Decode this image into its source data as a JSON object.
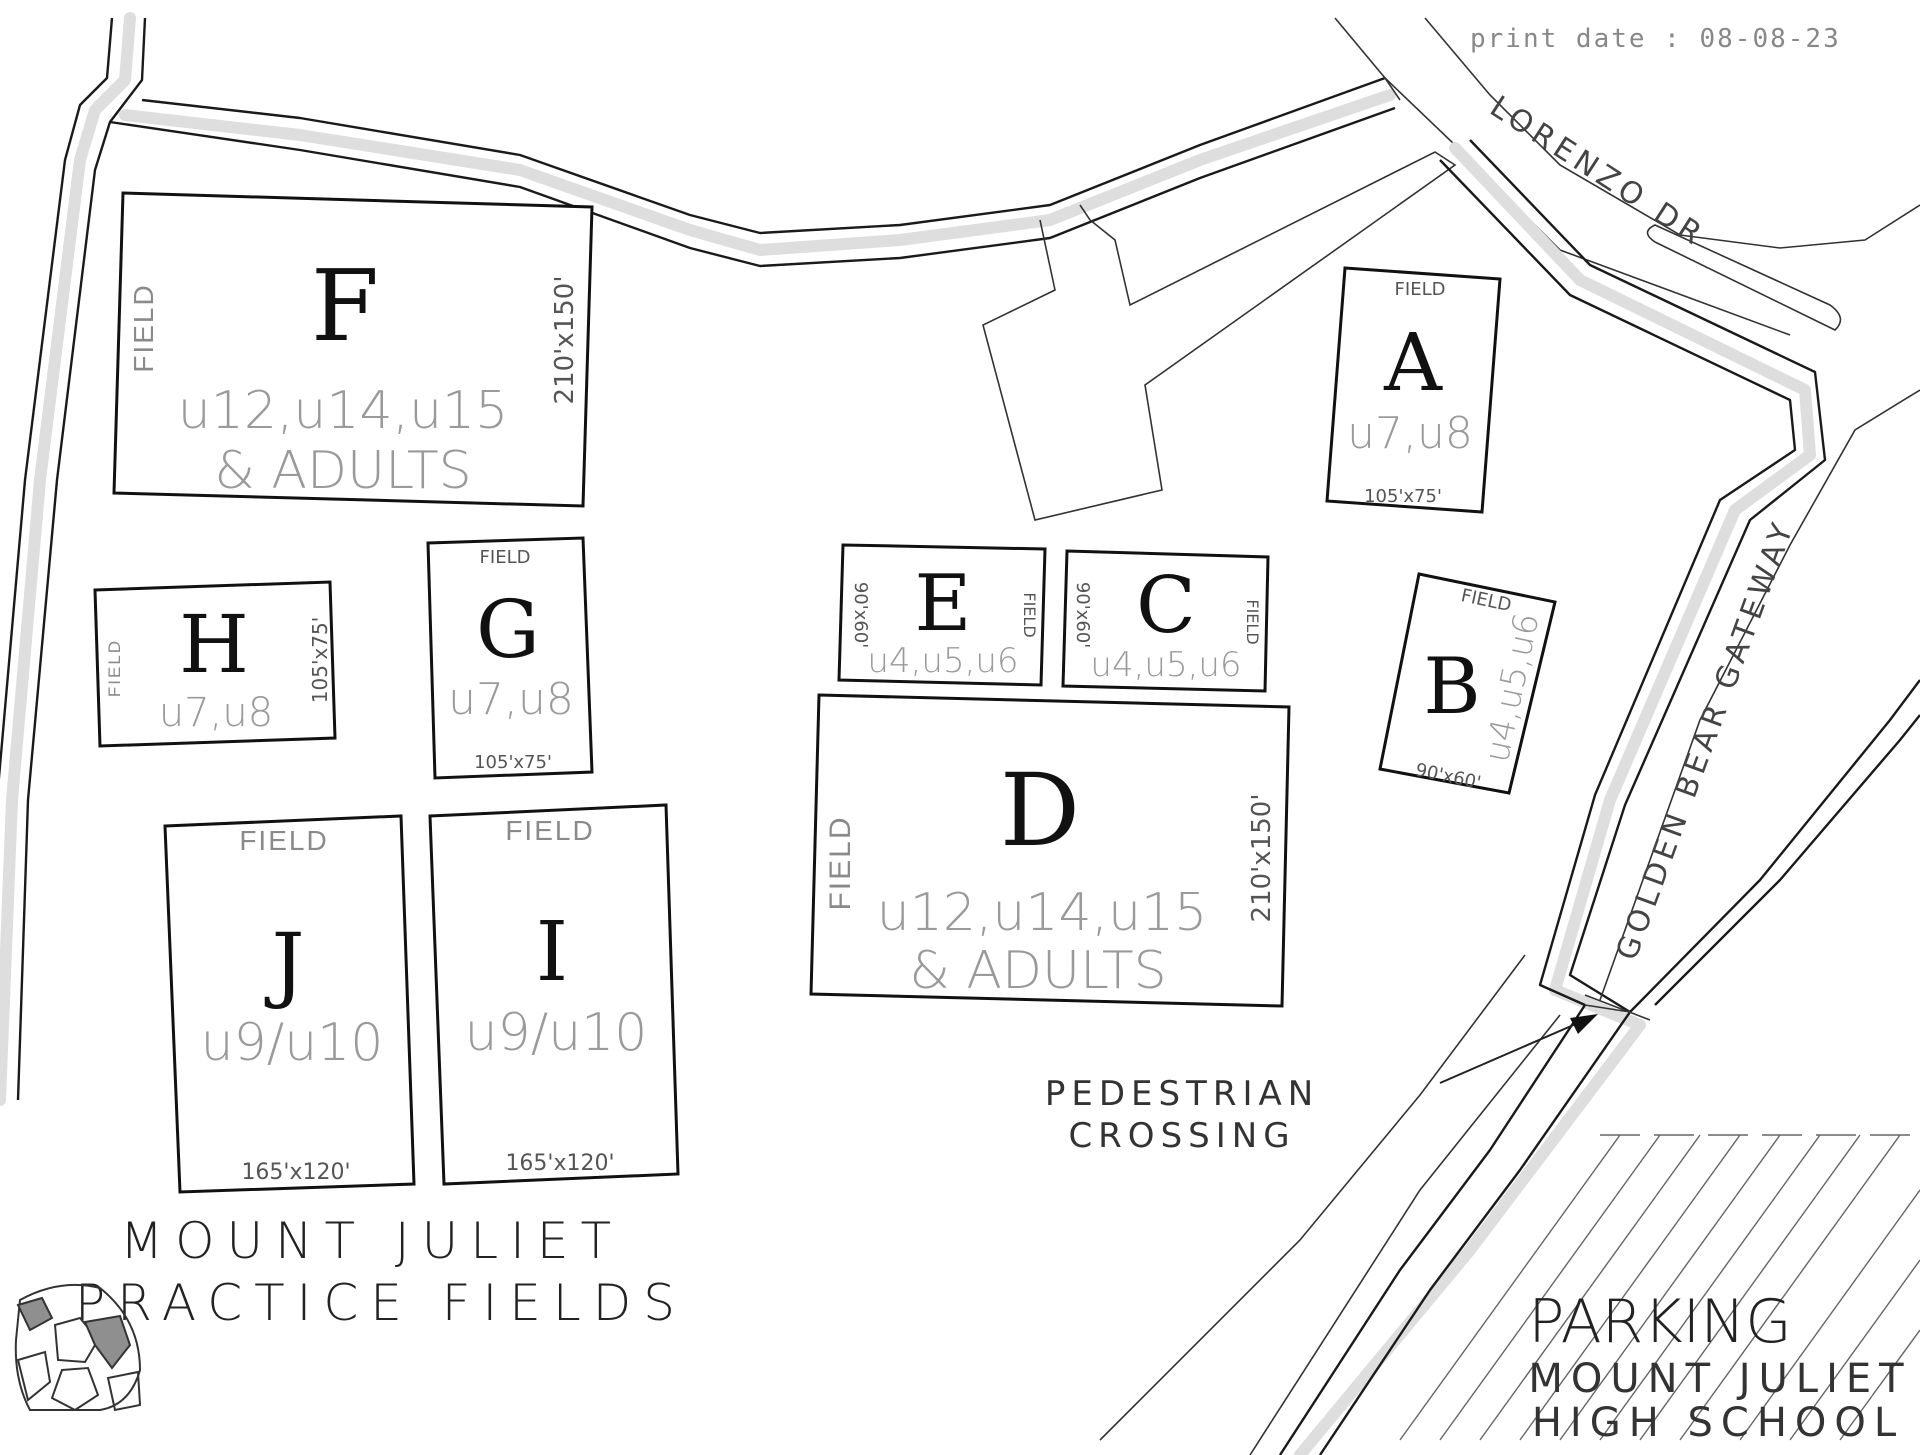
{
  "print_date": "print date : 08-08-23",
  "streets": {
    "lorenzo": "LORENZO DR",
    "golden_bear": "GOLDEN BEAR GATEWAY"
  },
  "pedestrian_crossing": [
    "PEDESTRIAN",
    "CROSSING"
  ],
  "title": [
    "MOUNT JULIET",
    "PRACTICE FIELDS"
  ],
  "parking": {
    "label": "PARKING",
    "school": [
      "MOUNT JULIET",
      "HIGH SCHOOL"
    ]
  },
  "fields": [
    {
      "letter": "F",
      "ages": [
        "u12,u14,u15",
        "& ADULTS"
      ],
      "size": "210'x150'",
      "field_label": "FIELD"
    },
    {
      "letter": "H",
      "ages": [
        "u7,u8"
      ],
      "size": "105'x75'",
      "field_label": "FIELD"
    },
    {
      "letter": "G",
      "ages": [
        "u7,u8"
      ],
      "size": "105'x75'",
      "field_label": "FIELD"
    },
    {
      "letter": "J",
      "ages": [
        "u9/u10"
      ],
      "size": "165'x120'",
      "field_label": "FIELD"
    },
    {
      "letter": "I",
      "ages": [
        "u9/u10"
      ],
      "size": "165'x120'",
      "field_label": "FIELD"
    },
    {
      "letter": "E",
      "ages": [
        "u4,u5,u6"
      ],
      "size": "90'x60'",
      "field_label": "FIELD"
    },
    {
      "letter": "C",
      "ages": [
        "u4,u5,u6"
      ],
      "size": "90'x60'",
      "field_label": "FIELD"
    },
    {
      "letter": "D",
      "ages": [
        "u12,u14,u15",
        "& ADULTS"
      ],
      "size": "210'x150'",
      "field_label": "FIELD"
    },
    {
      "letter": "A",
      "ages": [
        "u7,u8"
      ],
      "size": "105'x75'",
      "field_label": "FIELD"
    },
    {
      "letter": "B",
      "ages": [
        "u4,u5,u6"
      ],
      "size": "90'x60'",
      "field_label": "FIELD"
    }
  ]
}
